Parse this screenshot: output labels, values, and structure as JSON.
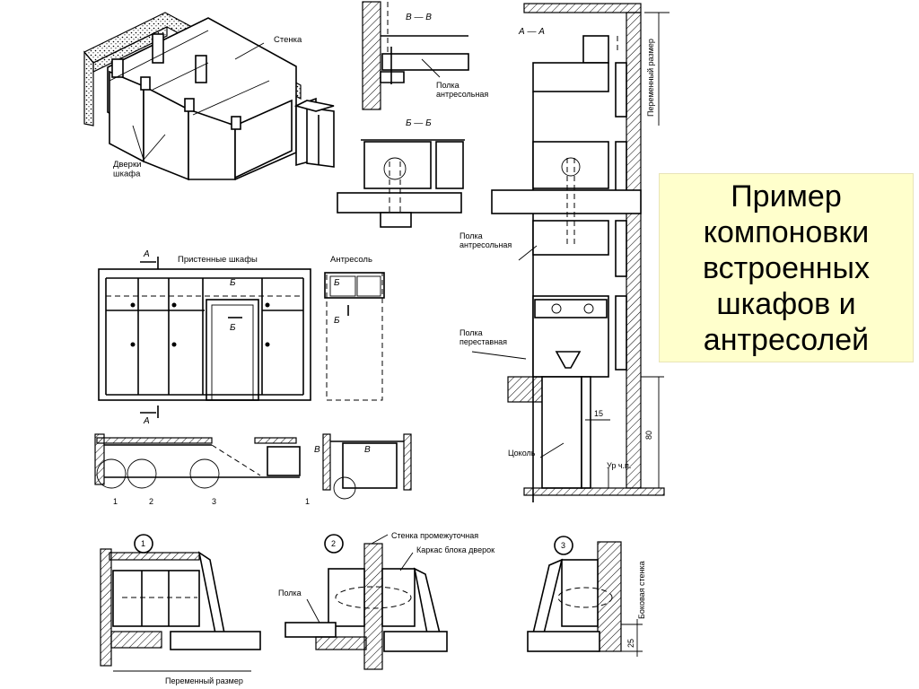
{
  "slide": {
    "title": "Пример\nкомпоновки\nвстроенных\nшкафов и\nантресолей"
  },
  "labels": {
    "wall": "Стенка",
    "cabinet_doors": "Дверки\nшкафа",
    "section_vv": "В — В",
    "section_bb": "Б — Б",
    "section_aa": "А — А",
    "mezzanine_shelf": "Полка\nантресольная",
    "mezzanine_shelf_2": "Полка\nантресольная",
    "variable_size_vertical": "Переменный размер",
    "wall_cabinets": "Пристенные шкафы",
    "mezzanine": "Антресоль",
    "mark_a_top": "А",
    "mark_a_bottom": "А",
    "mark_b_1": "Б",
    "mark_b_2": "Б",
    "mark_b_3": "Б",
    "mark_b_4": "Б",
    "mark_v_1": "В",
    "mark_v_2": "В",
    "movable_shelf": "Полка\nпереставная",
    "plinth": "Цоколь",
    "floor_level": "Ур ч.п.",
    "dim_15": "15",
    "dim_80": "80",
    "dim_25": "25",
    "callout_1": "1",
    "callout_2": "2",
    "callout_3": "3",
    "callout_1b": "1",
    "detail_1": "1",
    "detail_2": "2",
    "detail_3": "3",
    "intermediate_wall": "Стенка промежуточная",
    "door_block_frame": "Каркас блока дверок",
    "shelf": "Полка",
    "side_wall": "Боковая стенка",
    "variable_size_bottom": "Переменный размер"
  }
}
